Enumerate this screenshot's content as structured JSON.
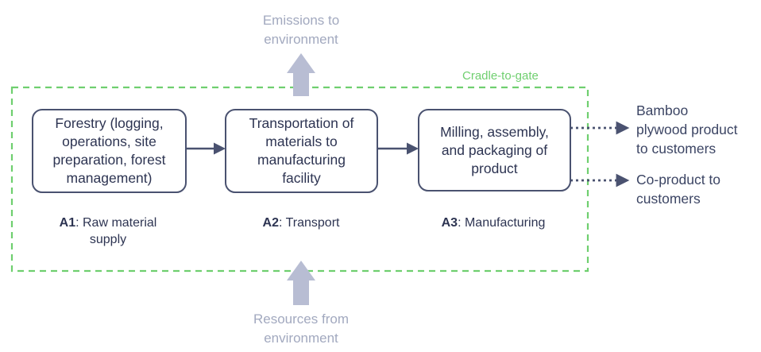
{
  "colors": {
    "boundary": "#6fcf6f",
    "box_stroke": "#4a5270",
    "arrow": "#4a5270",
    "flow_arrow": "#b8bdd3",
    "muted_text": "#a2a9bf",
    "text": "#2d3452"
  },
  "emissions": {
    "line1": "Emissions to",
    "line2": "environment"
  },
  "resources": {
    "line1": "Resources from",
    "line2": "environment"
  },
  "boundary": {
    "label": "Cradle-to-gate"
  },
  "processes": [
    {
      "lines": [
        "Forestry (logging,",
        "operations, site",
        "preparation, forest",
        "management)"
      ],
      "code": "A1",
      "stage_line1": ": Raw material",
      "stage_line2": "supply"
    },
    {
      "lines": [
        "Transportation of",
        "materials to",
        "manufacturing",
        "facility"
      ],
      "code": "A2",
      "stage_line1": ": Transport",
      "stage_line2": ""
    },
    {
      "lines": [
        "Milling, assembly,",
        "and packaging of",
        "product"
      ],
      "code": "A3",
      "stage_line1": ": Manufacturing",
      "stage_line2": ""
    }
  ],
  "outputs": [
    {
      "lines": [
        "Bamboo",
        "plywood product",
        "to customers"
      ]
    },
    {
      "lines": [
        "Co-product to",
        "customers"
      ]
    }
  ]
}
